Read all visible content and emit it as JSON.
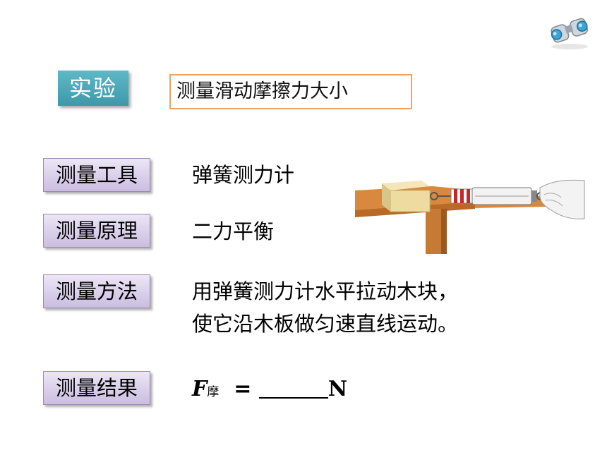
{
  "header": {
    "tag": "实验",
    "title": "测量滑动摩擦力大小"
  },
  "rows": [
    {
      "label": "测量工具",
      "value": "弹簧测力计"
    },
    {
      "label": "测量原理",
      "value": "二力平衡"
    },
    {
      "label": "测量方法",
      "value_lines": [
        "用弹簧测力计水平拉动木块，",
        "使它沿木板做匀速直线运动。"
      ]
    },
    {
      "label": "测量结果"
    }
  ],
  "formula": {
    "symbol": "F",
    "subscript": "摩",
    "equals": "=",
    "unit": "N"
  },
  "icons": [
    "binoculars-icon"
  ],
  "colors": {
    "tag_bg": "#4aa8b8",
    "title_border": "#f0a060",
    "label_bg": "#d8cde8"
  }
}
